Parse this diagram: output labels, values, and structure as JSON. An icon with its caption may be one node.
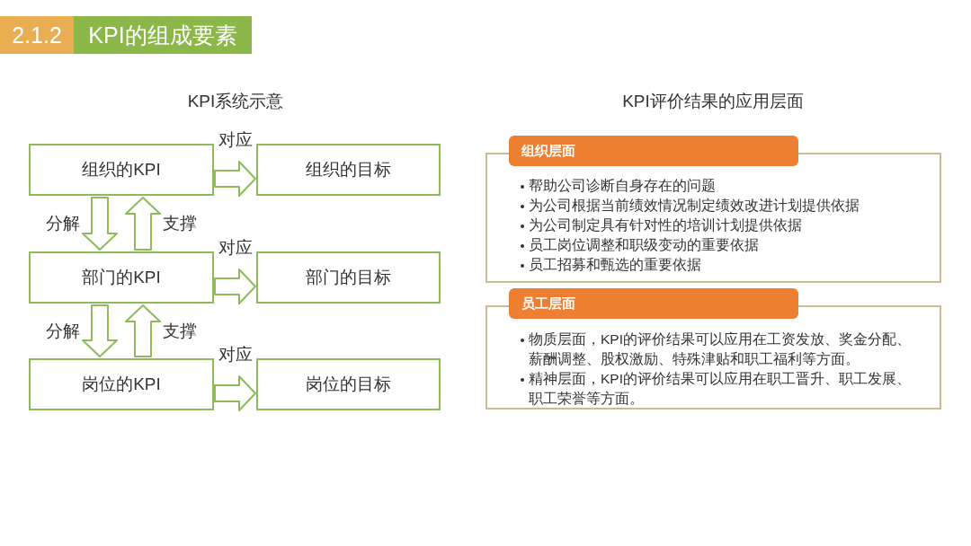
{
  "diagram": {
    "nodes": [
      {
        "text": [
          "2.1.2"
        ]
      },
      {
        "text": [
          "KPI的组成要素"
        ]
      },
      {
        "text": [
          "组织的KPI"
        ]
      },
      {
        "text": [
          "组织的目标"
        ]
      },
      {
        "text": [
          "部门的KPI"
        ]
      },
      {
        "text": [
          "部门的目标"
        ]
      },
      {
        "text": [
          "岗位的KPI"
        ]
      },
      {
        "text": [
          "岗位的目标"
        ]
      },
      {
        "text": [
          "组织层面"
        ]
      },
      {
        "text": [
          "帮助公司诊断自身存在的问题",
          "为公司根据当前绩效情况制定绩效改进计划提供依据",
          "为公司制定具有针对性的培训计划提供依据",
          "员工岗位调整和职级变动的重要依据",
          "员工招募和甄选的重要依据"
        ]
      },
      {
        "text": [
          "员工层面"
        ]
      },
      {
        "text": [
          "物质层面，KPI的评价结果可以应用在工资发放、奖金分配、薪酬调整、股权激励、特殊津贴和职工福利等方面。",
          "精神层面，KPI的评价结果可以应用在职工晋升、职工发展、职工荣誉等方面。"
        ]
      }
    ],
    "edges": [
      {
        "from": 2,
        "to": 3,
        "arrow": "to",
        "label": "对应"
      },
      {
        "from": 2,
        "to": 4,
        "arrow": "to",
        "label": "分解"
      },
      {
        "from": 4,
        "to": 2,
        "arrow": "to",
        "label": "支撑"
      },
      {
        "from": 4,
        "to": 5,
        "arrow": "to",
        "label": "对应"
      },
      {
        "from": 4,
        "to": 6,
        "arrow": "to",
        "label": "分解"
      },
      {
        "from": 6,
        "to": 4,
        "arrow": "to",
        "label": "支撑"
      },
      {
        "from": 6,
        "to": 7,
        "arrow": "to",
        "label": "对应"
      }
    ],
    "labels": [
      "KPI系统示意",
      "KPI评价结果的应用层面"
    ]
  }
}
